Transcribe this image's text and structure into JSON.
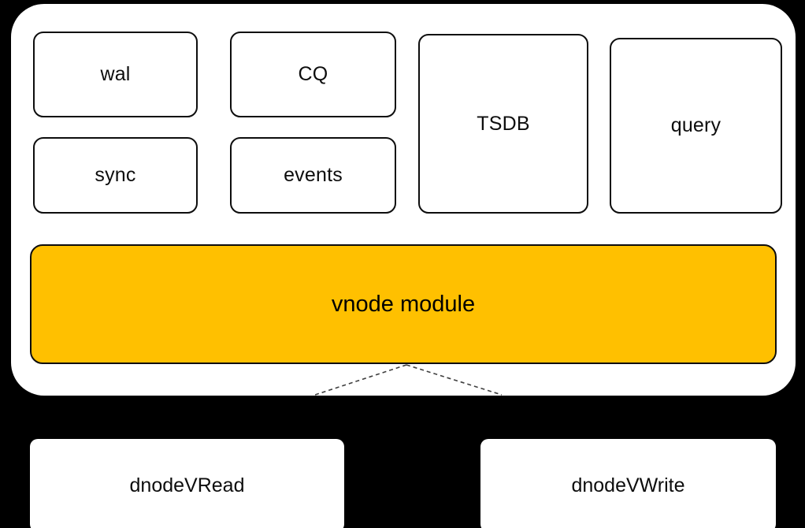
{
  "diagram": {
    "title": "vnode module architecture",
    "background_color": "#000000",
    "container": {
      "name": "vnode container",
      "fill": "#ffffff"
    },
    "module_boxes": [
      {
        "id": "wal",
        "label": "wal",
        "fill": "#ffffff",
        "stroke": "#0d0d0d"
      },
      {
        "id": "cq",
        "label": "CQ",
        "fill": "#ffffff",
        "stroke": "#0d0d0d"
      },
      {
        "id": "sync",
        "label": "sync",
        "fill": "#ffffff",
        "stroke": "#0d0d0d"
      },
      {
        "id": "events",
        "label": "events",
        "fill": "#ffffff",
        "stroke": "#0d0d0d"
      },
      {
        "id": "tsdb",
        "label": "TSDB",
        "fill": "#ffffff",
        "stroke": "#0d0d0d"
      },
      {
        "id": "query",
        "label": "query",
        "fill": "#ffffff",
        "stroke": "#0d0d0d"
      }
    ],
    "vnode_bar": {
      "label": "vnode module",
      "fill": "#ffc000",
      "stroke": "#0d0d0d",
      "text_color": "#000000"
    },
    "dnode_boxes": [
      {
        "id": "dnodevread",
        "label": "dnodeVRead",
        "fill": "#ffffff"
      },
      {
        "id": "dnodevwrite",
        "label": "dnodeVWrite",
        "fill": "#ffffff"
      }
    ],
    "connectors": {
      "style": "dashed",
      "color": "#3f3f3f",
      "from": "vnode module",
      "to": [
        "dnodeVRead",
        "dnodeVWrite"
      ]
    }
  }
}
